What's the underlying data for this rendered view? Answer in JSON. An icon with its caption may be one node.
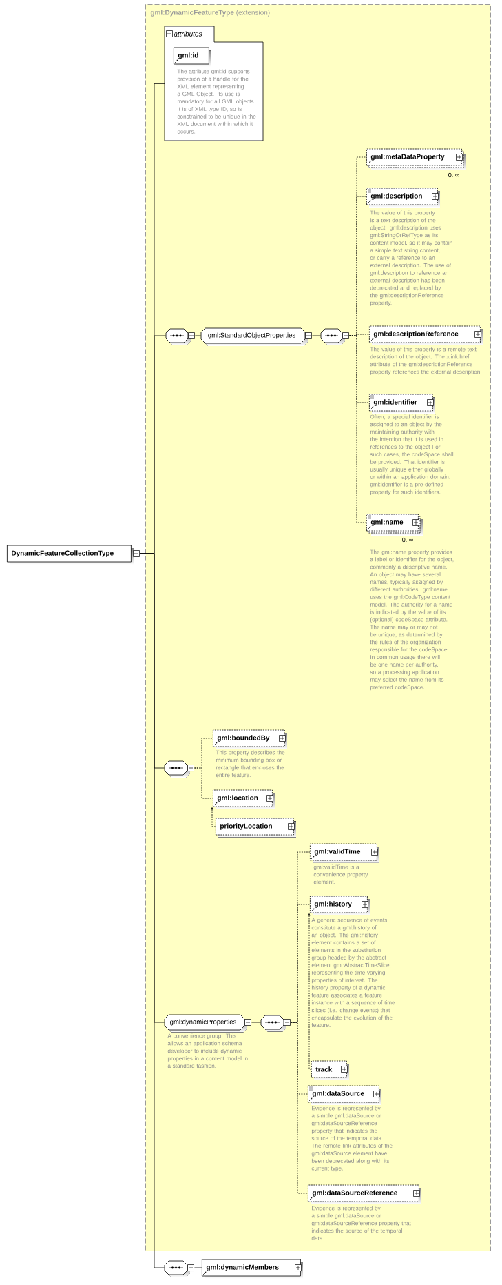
{
  "diagram": {
    "nodes": [
      {
        "text": [
          "DynamicFeatureCollectionType"
        ]
      },
      {
        "text": [
          "gml:DynamicFeatureType",
          "(extension)"
        ]
      },
      {
        "text": [
          "attributes"
        ],
        "in": 1
      },
      {
        "text": [
          "gml:id"
        ],
        "in": 2,
        "beside": [
          "The attribute gml:id supports provision of a handle for the XML element representing a GML Object. Its use is mandatory for all GML objects. It is of XML type ID, so is constrained to be unique in the XML document within which it occurs."
        ]
      },
      {
        "text": [],
        "shape": "octagon",
        "in": 1
      },
      {
        "text": [
          "gml:StandardObjectProperties"
        ],
        "in": 1
      },
      {
        "text": [],
        "shape": "octagon",
        "in": 1
      },
      {
        "text": [
          "gml:metaDataProperty"
        ],
        "in": 1,
        "beside": [
          "0..∞"
        ]
      },
      {
        "text": [
          "gml:description"
        ],
        "in": 1,
        "beside": [
          "The value of this property is a text description of the object. gml:description uses gml:StringOrRefType as its content model, so it may contain a simple text string content, or carry a reference to an external description. The use of gml:description to reference an external description has been deprecated and replaced by the gml:descriptionReference property."
        ]
      },
      {
        "text": [
          "gml:descriptionReference"
        ],
        "in": 1,
        "beside": [
          "The value of this property is a remote text description of the object. The xlink:href attribute of the gml:descriptionReference property references the external description."
        ]
      },
      {
        "text": [
          "gml:identifier"
        ],
        "in": 1,
        "beside": [
          "Often, a special identifier is assigned to an object by the maintaining authority with the intention that it is used in references to the object For such cases, the codeSpace shall be provided. That identifier is usually unique either globally or within an application domain. gml:identifier is a pre-defined property for such identifiers."
        ]
      },
      {
        "text": [
          "gml:name"
        ],
        "in": 1,
        "beside": [
          "0..∞",
          "The gml:name property provides a label or identifier for the object, commonly a descriptive name. An object may have several names, typically assigned by different authorities. gml:name uses the gml:CodeType content model. The authority for a name is indicated by the value of its (optional) codeSpace attribute. The name may or may not be unique, as determined by the rules of the organization responsible for the codeSpace. In common usage there will be one name per authority, so a processing application may select the name from its preferred codeSpace."
        ]
      },
      {
        "text": [],
        "shape": "octagon",
        "in": 1
      },
      {
        "text": [
          "gml:boundedBy"
        ],
        "in": 1,
        "beside": [
          "This property describes the minimum bounding box or rectangle that encloses the entire feature."
        ]
      },
      {
        "text": [
          "gml:location"
        ],
        "in": 1
      },
      {
        "text": [
          "priorityLocation"
        ],
        "in": 1
      },
      {
        "text": [
          "gml:dynamicProperties"
        ],
        "in": 1,
        "beside": [
          "A convenience group. This allows an application schema developer to include dynamic properties in a content model in a standard fashion."
        ]
      },
      {
        "text": [],
        "shape": "octagon",
        "in": 1
      },
      {
        "text": [
          "gml:validTime"
        ],
        "in": 1,
        "beside": [
          "gml:validTime is a convenience property element."
        ]
      },
      {
        "text": [
          "gml:history"
        ],
        "in": 1,
        "beside": [
          "A generic sequence of events constitute a gml:history of an object. The gml:history element contains a set of elements in the substitution group headed by the abstract element gml:AbstractTimeSlice, representing the time-varying properties of interest. The history property of a dynamic feature associates a feature instance with a sequence of time slices (i.e. change events) that encapsulate the evolution of the feature."
        ]
      },
      {
        "text": [
          "track"
        ],
        "in": 1
      },
      {
        "text": [
          "gml:dataSource"
        ],
        "in": 1,
        "beside": [
          "Evidence is represented by a simple gml:dataSource or gml:dataSourceReference property that indicates the source of the temporal data. The remote link attributes of the gml:dataSource element have been deprecated along with its current type."
        ]
      },
      {
        "text": [
          "gml:dataSourceReference"
        ],
        "in": 1,
        "beside": [
          "Evidence is represented by a simple gml:dataSource or gml:dataSourceReference property that indicates the source of the temporal data."
        ]
      },
      {
        "text": [],
        "shape": "octagon"
      },
      {
        "text": [
          "gml:dynamicMembers"
        ]
      }
    ],
    "edges": [
      {
        "from": 0,
        "to": 2,
        "arrow": "none"
      },
      {
        "from": 0,
        "to": 4,
        "arrow": "none"
      },
      {
        "from": 0,
        "to": 12,
        "arrow": "none"
      },
      {
        "from": 0,
        "to": 16,
        "arrow": "none"
      },
      {
        "from": 0,
        "to": 23,
        "arrow": "none"
      },
      {
        "from": 4,
        "to": 5,
        "arrow": "none"
      },
      {
        "from": 5,
        "to": 6,
        "arrow": "none"
      },
      {
        "from": 6,
        "to": 7,
        "arrow": "none",
        "style": "dashed"
      },
      {
        "from": 6,
        "to": 8,
        "arrow": "none",
        "style": "dashed"
      },
      {
        "from": 6,
        "to": 9,
        "arrow": "none",
        "style": "dashed"
      },
      {
        "from": 6,
        "to": 10,
        "arrow": "none",
        "style": "dashed"
      },
      {
        "from": 6,
        "to": 11,
        "arrow": "none",
        "style": "dashed"
      },
      {
        "from": 12,
        "to": 13,
        "arrow": "none",
        "style": "dashed"
      },
      {
        "from": 12,
        "to": 14,
        "arrow": "none",
        "style": "dashed"
      },
      {
        "from": 15,
        "to": 14,
        "arrow": "to",
        "style": "dashed"
      },
      {
        "from": 16,
        "to": 17,
        "arrow": "none"
      },
      {
        "from": 17,
        "to": 18,
        "arrow": "none",
        "style": "dashed"
      },
      {
        "from": 17,
        "to": 19,
        "arrow": "none",
        "style": "dashed"
      },
      {
        "from": 17,
        "to": 21,
        "arrow": "none",
        "style": "dashed"
      },
      {
        "from": 17,
        "to": 22,
        "arrow": "none",
        "style": "dashed"
      },
      {
        "from": 20,
        "to": 19,
        "arrow": "to",
        "style": "dashed"
      },
      {
        "from": 23,
        "to": 24,
        "arrow": "none"
      }
    ]
  }
}
